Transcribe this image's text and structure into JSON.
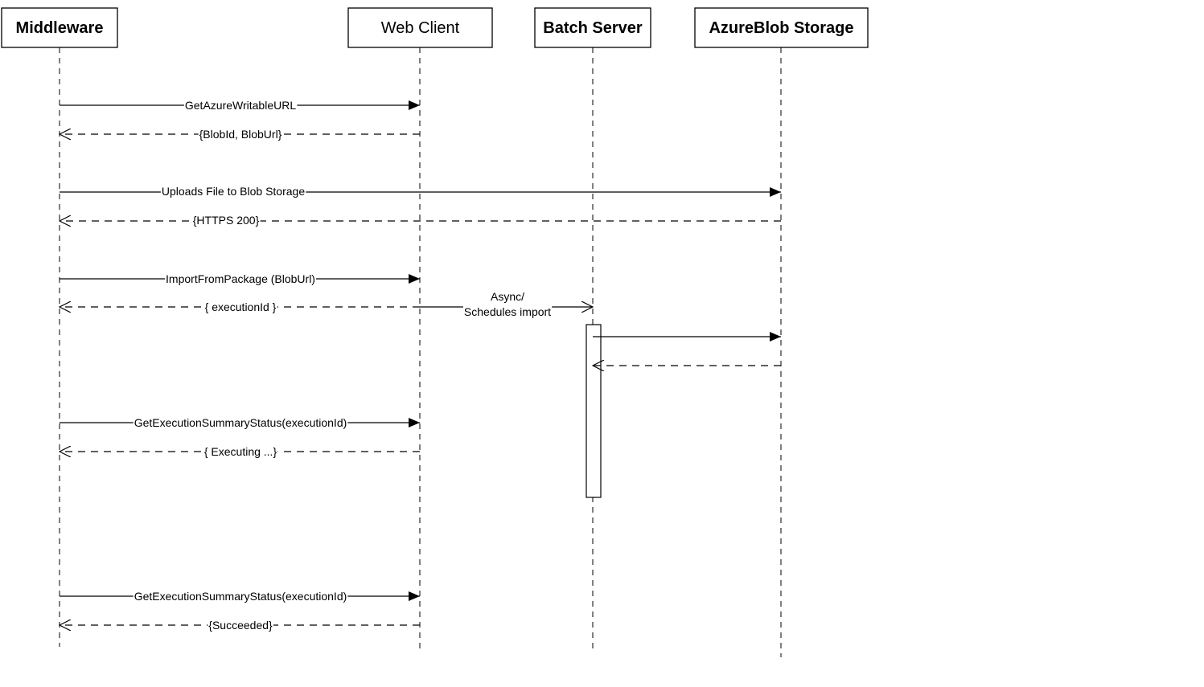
{
  "participants": [
    {
      "id": "middleware",
      "label": "Middleware",
      "bold": true
    },
    {
      "id": "web-client",
      "label": "Web Client",
      "bold": false
    },
    {
      "id": "batch-server",
      "label": "Batch Server",
      "bold": true
    },
    {
      "id": "azureblob-storage",
      "label": "AzureBlob Storage",
      "bold": true
    }
  ],
  "messages": [
    {
      "id": "get-azure-writable-url",
      "from": "middleware",
      "to": "web-client",
      "kind": "call",
      "label": [
        "GetAzureWritableURL"
      ]
    },
    {
      "id": "blob-id-url-return",
      "from": "web-client",
      "to": "middleware",
      "kind": "return",
      "label": [
        "{BlobId, BlobUrl}"
      ]
    },
    {
      "id": "upload-file",
      "from": "middleware",
      "to": "azureblob-storage",
      "kind": "call",
      "label": [
        "Uploads File to Blob Storage"
      ]
    },
    {
      "id": "https-200-return",
      "from": "azureblob-storage",
      "to": "middleware",
      "kind": "return",
      "label": [
        "{HTTPS 200}"
      ]
    },
    {
      "id": "import-from-package",
      "from": "middleware",
      "to": "web-client",
      "kind": "call",
      "label": [
        "ImportFromPackage (BlobUrl)"
      ]
    },
    {
      "id": "execution-id-return",
      "from": "web-client",
      "to": "middleware",
      "kind": "return",
      "label": [
        "{ executionId }"
      ]
    },
    {
      "id": "async-schedules-import",
      "from": "web-client",
      "to": "batch-server",
      "kind": "async",
      "label": [
        "Async/",
        "Schedules import"
      ]
    },
    {
      "id": "batch-to-blob",
      "from": "batch-server",
      "to": "azureblob-storage",
      "kind": "call",
      "label": []
    },
    {
      "id": "blob-to-batch-return",
      "from": "azureblob-storage",
      "to": "batch-server",
      "kind": "return",
      "label": []
    },
    {
      "id": "get-status-1",
      "from": "middleware",
      "to": "web-client",
      "kind": "call",
      "label": [
        "GetExecutionSummaryStatus(executionId)"
      ]
    },
    {
      "id": "executing-return",
      "from": "web-client",
      "to": "middleware",
      "kind": "return",
      "label": [
        "{ Executing ...}"
      ]
    },
    {
      "id": "get-status-2",
      "from": "middleware",
      "to": "web-client",
      "kind": "call",
      "label": [
        "GetExecutionSummaryStatus(executionId)"
      ]
    },
    {
      "id": "succeeded-return",
      "from": "web-client",
      "to": "middleware",
      "kind": "return",
      "label": [
        "{Succeeded}"
      ]
    }
  ],
  "activations": [
    {
      "id": "batch-server-activation",
      "participant": "batch-server"
    }
  ]
}
